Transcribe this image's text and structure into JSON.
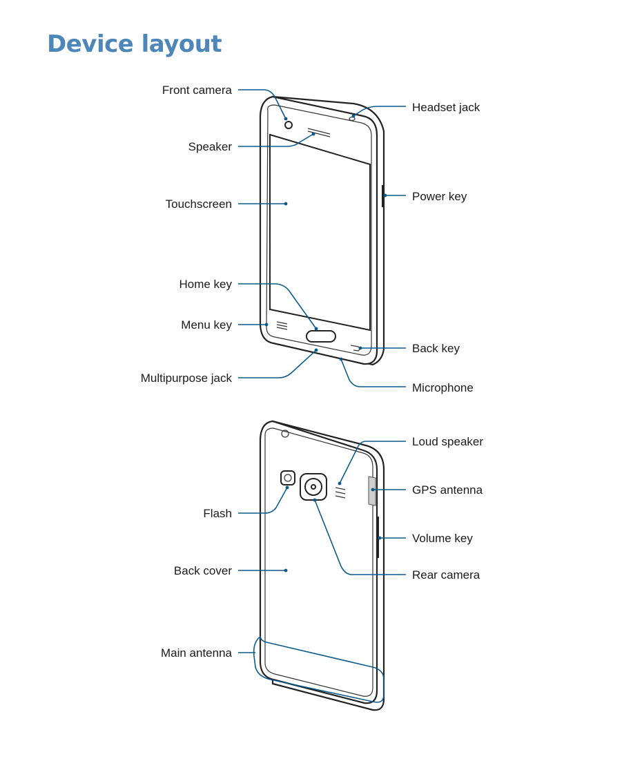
{
  "page": {
    "title": "Device layout"
  },
  "front_labels": {
    "front_camera": "Front camera",
    "speaker": "Speaker",
    "touchscreen": "Touchscreen",
    "home_key": "Home key",
    "menu_key": "Menu key",
    "multipurpose_jack": "Multipurpose jack",
    "headset_jack": "Headset jack",
    "power_key": "Power key",
    "back_key": "Back key",
    "microphone": "Microphone"
  },
  "back_labels": {
    "flash": "Flash",
    "back_cover": "Back cover",
    "main_antenna": "Main antenna",
    "loud_speaker": "Loud speaker",
    "gps_antenna": "GPS antenna",
    "volume_key": "Volume key",
    "rear_camera": "Rear camera"
  },
  "colors": {
    "title": "#4d86b8",
    "callout": "#0a5a8c"
  }
}
